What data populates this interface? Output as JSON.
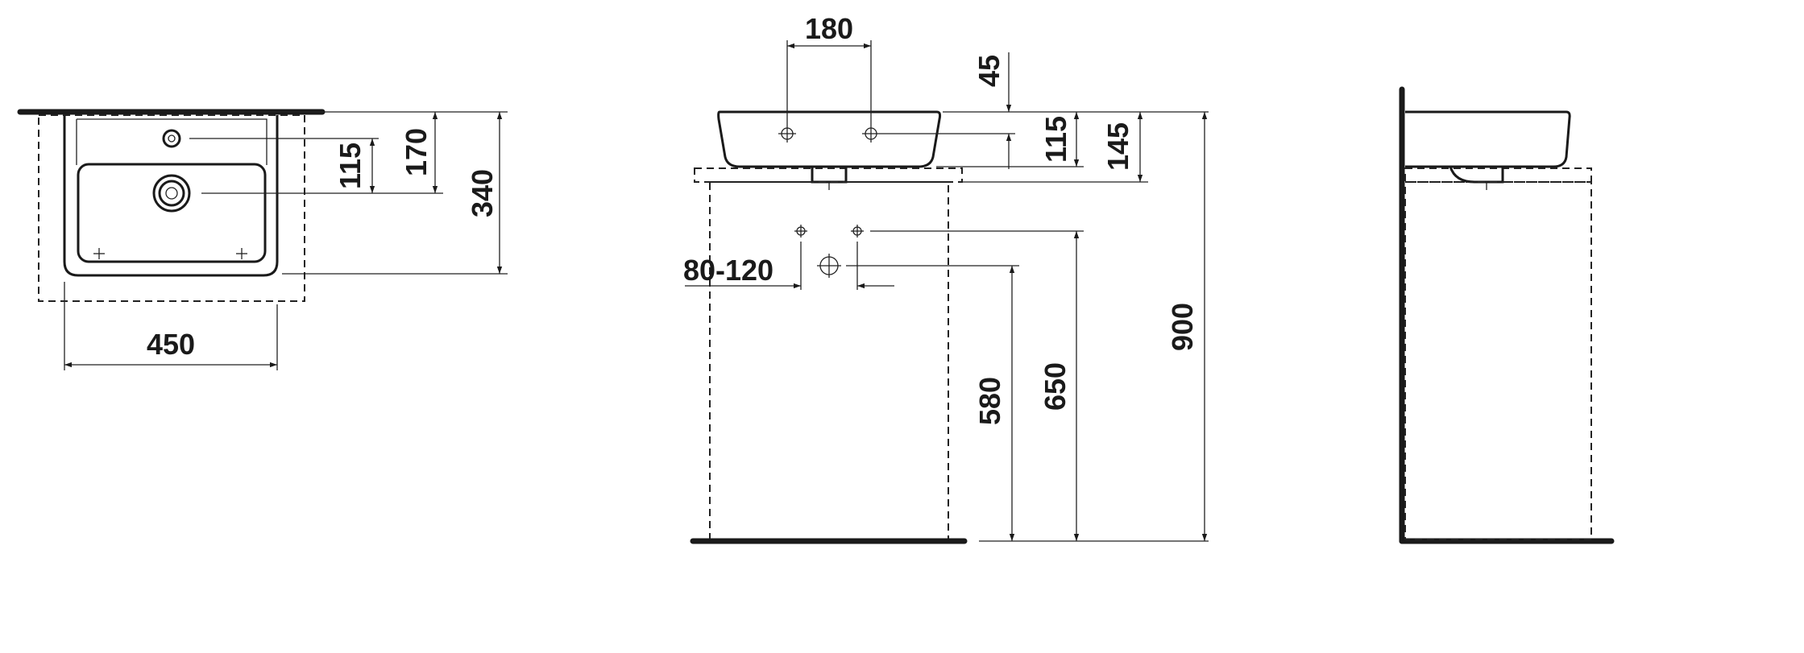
{
  "dimensions": {
    "top_view": {
      "width": "450",
      "depth": "340",
      "tap_hole_offset": "170",
      "waste_offset": "115"
    },
    "front_view": {
      "tap_spacing": "180",
      "rim_to_tap": "45",
      "bowl_height": "115",
      "overall_height": "145",
      "trap_width": "80-120",
      "waste_height": "580",
      "supply_height": "650",
      "rim_height": "900"
    }
  },
  "colors": {
    "line": "#1a1a1a",
    "background": "#ffffff"
  }
}
